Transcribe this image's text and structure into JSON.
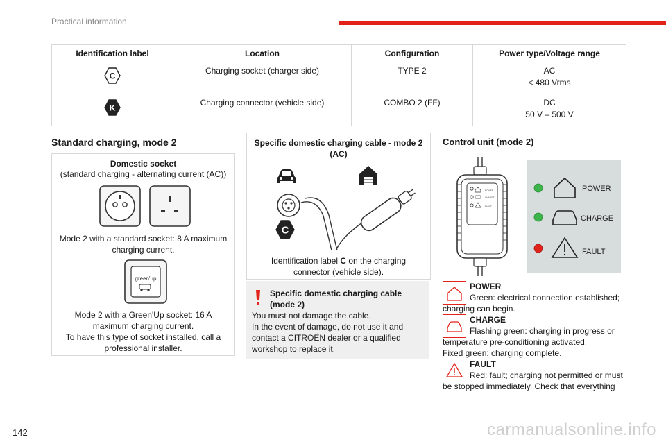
{
  "header": {
    "section": "Practical information",
    "page_number": "142",
    "accent_color": "#e2231a"
  },
  "table": {
    "columns": [
      "Identification label",
      "Location",
      "Configuration",
      "Power type/Voltage range"
    ],
    "rows": [
      {
        "label": "C",
        "location": "Charging socket (charger side)",
        "configuration": "TYPE 2",
        "power_line1": "AC",
        "power_line2": "< 480 Vrms"
      },
      {
        "label": "K",
        "location": "Charging connector (vehicle side)",
        "configuration": "COMBO 2 (FF)",
        "power_line1": "DC",
        "power_line2": "50 V – 500 V"
      }
    ]
  },
  "left_section": {
    "title": "Standard charging, mode 2",
    "card_title": "Domestic socket",
    "card_subtitle": "(standard charging - alternating current (AC))",
    "caption1": "Mode 2 with a standard socket: 8 A maximum charging current.",
    "greenup_label": "green'up",
    "caption2": "Mode 2 with a Green'Up socket: 16 A maximum charging current.",
    "caption3": "To have this type of socket installed, call a professional installer."
  },
  "middle_section": {
    "card_title": "Specific domestic charging cable - mode 2 (AC)",
    "badge_letter": "C",
    "caption_pre": "Identification label ",
    "caption_bold": "C",
    "caption_post": " on the charging connector (vehicle side).",
    "warning_title": "Specific domestic charging cable (mode 2)",
    "warning_lines": [
      "You must not damage the cable.",
      "In the event of damage, do not use it and contact a CITROËN dealer or a qualified workshop to replace it."
    ]
  },
  "right_section": {
    "title": "Control unit (mode 2)",
    "unit_labels": [
      "POWER",
      "CHARGE",
      "FAULT"
    ],
    "panel_labels": [
      "POWER",
      "CHARGE",
      "FAULT"
    ],
    "indicators": [
      {
        "title": "POWER",
        "line1": "Green: electrical connection established;",
        "line2": "charging can begin."
      },
      {
        "title": "CHARGE",
        "line1": "Flashing green: charging in progress or",
        "line2": "temperature pre-conditioning activated.",
        "line3": "Fixed green: charging complete."
      },
      {
        "title": "FAULT",
        "line1": "Red: fault; charging not permitted or must",
        "line2": "be stopped immediately. Check that everything"
      }
    ],
    "colors": {
      "green": "#3db54a",
      "red": "#e2231a",
      "panel_bg": "#d7dcdc"
    }
  },
  "watermark": "carmanualsonline.info"
}
